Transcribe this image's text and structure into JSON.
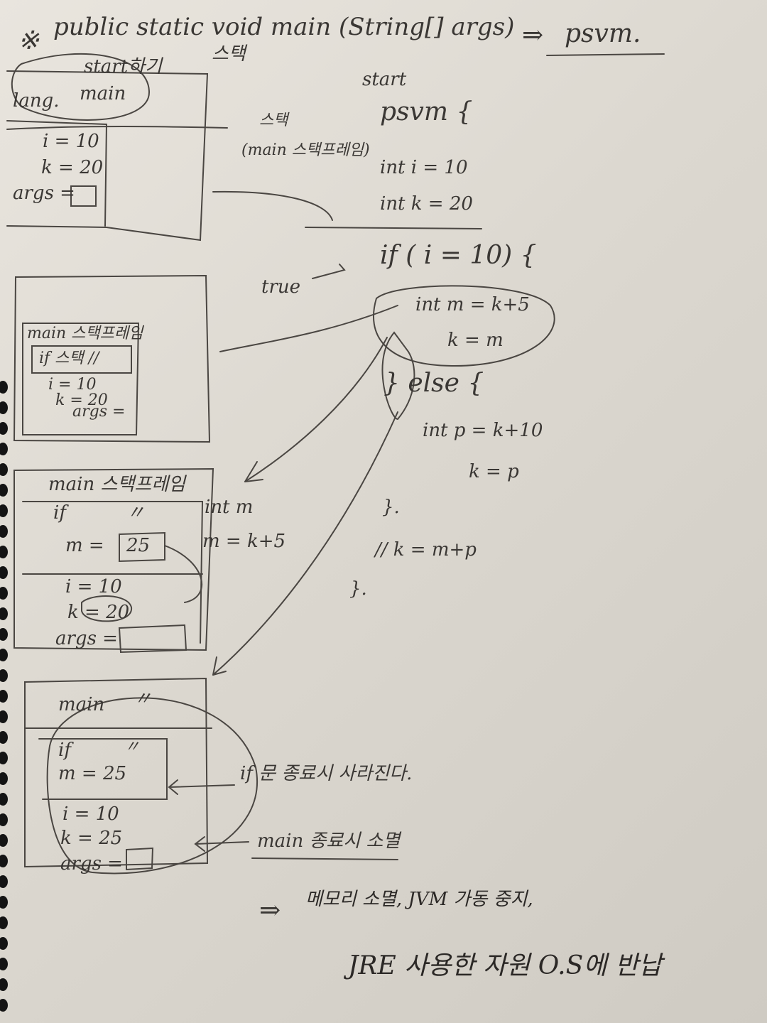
{
  "header": {
    "mark": "※",
    "signature": "public static void main (String[] args)",
    "arrow": "⇒",
    "abbrev": "psvm."
  },
  "diagram1": {
    "start_label": "start하기",
    "stack_label": "스택",
    "lang": "lang.",
    "main": "main",
    "i": "i = 10",
    "k": "k = 20",
    "args": "args ="
  },
  "code": {
    "start": "start",
    "psvm": "psvm {",
    "stack_note_1": "스택",
    "stack_note_2": "(main 스택프레임)",
    "int_i": "int   i = 10",
    "int_k": "int   k = 20",
    "if_line": "if ( i = 10) {",
    "true_label": "true",
    "int_m": "int   m = k+5",
    "k_m": "k = m",
    "else_line": "} else {",
    "int_p": "int  p = k+10",
    "k_p": "k = p",
    "close1": "}.",
    "comment": "//  k = m+p",
    "close2": "}."
  },
  "diagram2": {
    "frame": "main 스택프레임",
    "if_stack": "if 스택 //",
    "i": "i = 10",
    "k": "k = 20",
    "args": "args ="
  },
  "diagram3": {
    "frame": "main 스택프레임",
    "if_label": "if",
    "quote": "〃",
    "m_label": "m  =",
    "m_val": "25",
    "i": "i = 10",
    "k": "k = 20",
    "args": "args =",
    "int_m": "int m",
    "m_expr": "m = k+5"
  },
  "diagram4": {
    "main": "main",
    "quote": "〃",
    "if_label": "if",
    "if_quote": "〃",
    "m": "m = 25",
    "i": "i = 10",
    "k": "k = 25",
    "args": "args ="
  },
  "notes": {
    "if_end": "if 문 종료시 사라진다.",
    "main_end": "main 종료시 소멸",
    "arrow": "⇒",
    "memory": "메모리 소멸, JVM 가동 중지,",
    "jre": "JRE 사용한 자원 O.S에 반납"
  }
}
